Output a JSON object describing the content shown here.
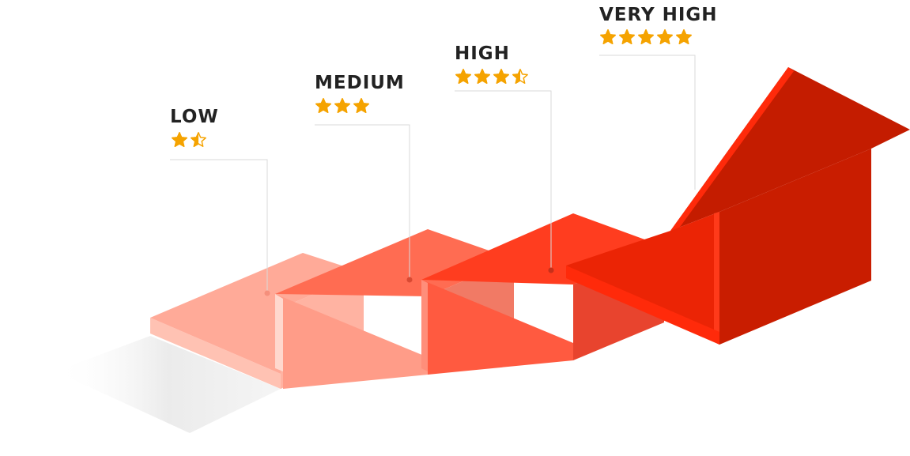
{
  "levels": [
    {
      "label": "LOW",
      "rating": 1.5,
      "max_stars": 2
    },
    {
      "label": "MEDIUM",
      "rating": 3,
      "max_stars": 3
    },
    {
      "label": "HIGH",
      "rating": 3.5,
      "max_stars": 4
    },
    {
      "label": "VERY HIGH",
      "rating": 5,
      "max_stars": 5
    }
  ],
  "colors": {
    "star": "#F5A300",
    "step_low_top": "#FFAA98",
    "step_low_front": "#FFC2B3",
    "step_medium_top": "#FF6C52",
    "step_medium_front": "#FF8E7A",
    "step_high_top": "#FF3D1F",
    "step_high_front": "#E8442E",
    "arrow_top": "#EB2405",
    "arrow_side": "#C91D00",
    "arrow_highlight": "#FF2A0A",
    "leader_line": "#D9D9D9",
    "label_text": "#222222"
  }
}
